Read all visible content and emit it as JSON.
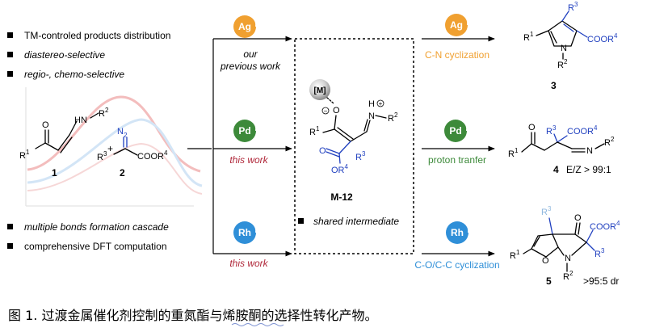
{
  "features": [
    "TM-controled products distribution",
    "diastereo-selective",
    "regio-, chemo-selective"
  ],
  "bottom_features": [
    "multiple bonds formation cascade",
    "comprehensive DFT computation"
  ],
  "catalysts": {
    "ag": "Ag",
    "pd": "Pd",
    "rh": "Rh"
  },
  "arrow_labels": {
    "ag_line1": "our",
    "ag_line2": "previous work",
    "pd": "this work",
    "rh": "this work"
  },
  "compounds": {
    "c1": "1",
    "c2": "2",
    "c3": "3",
    "c4": "4",
    "c5": "5",
    "intermediate": "M-12"
  },
  "intermediate_note": "shared intermediate",
  "metal": "[M]",
  "reactions": {
    "ag": "C-N cyclization",
    "pd": "proton tranfer",
    "rh": "C-O/C-C cyclization"
  },
  "selectivity": {
    "c4": "E/Z > 99:1",
    "c5": ">95:5 dr"
  },
  "groups": {
    "cooR4": "COOR",
    "sup4": "4",
    "r": "R",
    "sup1": "1",
    "sup2": "2",
    "sup3": "3",
    "hn": "HN",
    "n": "N",
    "h": "H",
    "o": "O",
    "or": "OR",
    "n2": "N",
    "sub2": "2",
    "plus": "+",
    "minus": "−"
  },
  "caption": "图 1. 过渡金属催化剂控制的重氮酯与烯胺酮的选择性转化产物。",
  "colors": {
    "ag": "#f0a030",
    "pd": "#3d8a3a",
    "rh": "#2f8fd8",
    "blue": "#1f3fbf",
    "red": "#b0283a",
    "bg_curve_red": "#f2b6b6",
    "bg_curve_blue": "#cfe3f6"
  }
}
